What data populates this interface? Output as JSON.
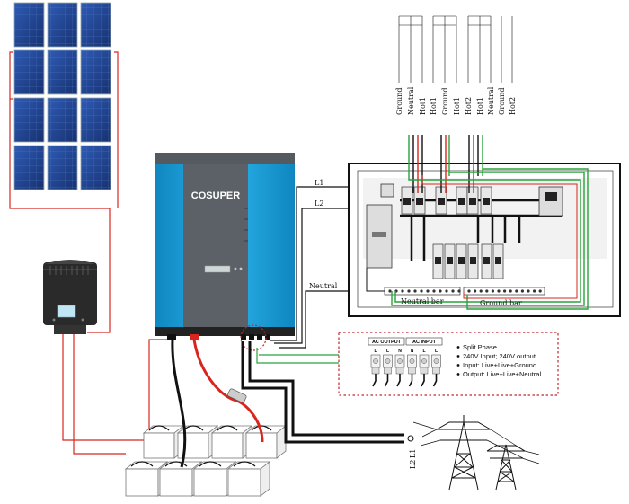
{
  "brand": "COSUPER",
  "wire_labels": {
    "l1": "L1",
    "l2": "L2",
    "neutral": "Neutral",
    "neutral_bar": "Neutral bar",
    "ground_bar": "Ground bar",
    "grid_l1": "L1",
    "grid_l2": "L2"
  },
  "circuit_labels": [
    "Ground",
    "Neutral",
    "Hot1",
    "Hot1",
    "Ground",
    "Hot1",
    "Hot2",
    "Hot1",
    "Neutral",
    "Ground",
    "Hot2"
  ],
  "terminal_box": {
    "ac_output": "AC OUTPUT",
    "ac_input": "AC INPUT",
    "terminal_letters": [
      "L",
      "L",
      "N",
      "N",
      "L",
      "L"
    ],
    "features": [
      "Split Phase",
      "240V Input;  240V output",
      "Input: Live+Live+Ground",
      "Output: Live+Live+Neutral"
    ]
  },
  "colors": {
    "panel_blue": "#1f3f8f",
    "inverter_blue": "#1aa0d8",
    "inverter_gray": "#555a60",
    "wire_red": "#d8261f",
    "wire_green": "#27a33a",
    "wire_black": "#111111",
    "dotted_red": "#c0272d"
  }
}
